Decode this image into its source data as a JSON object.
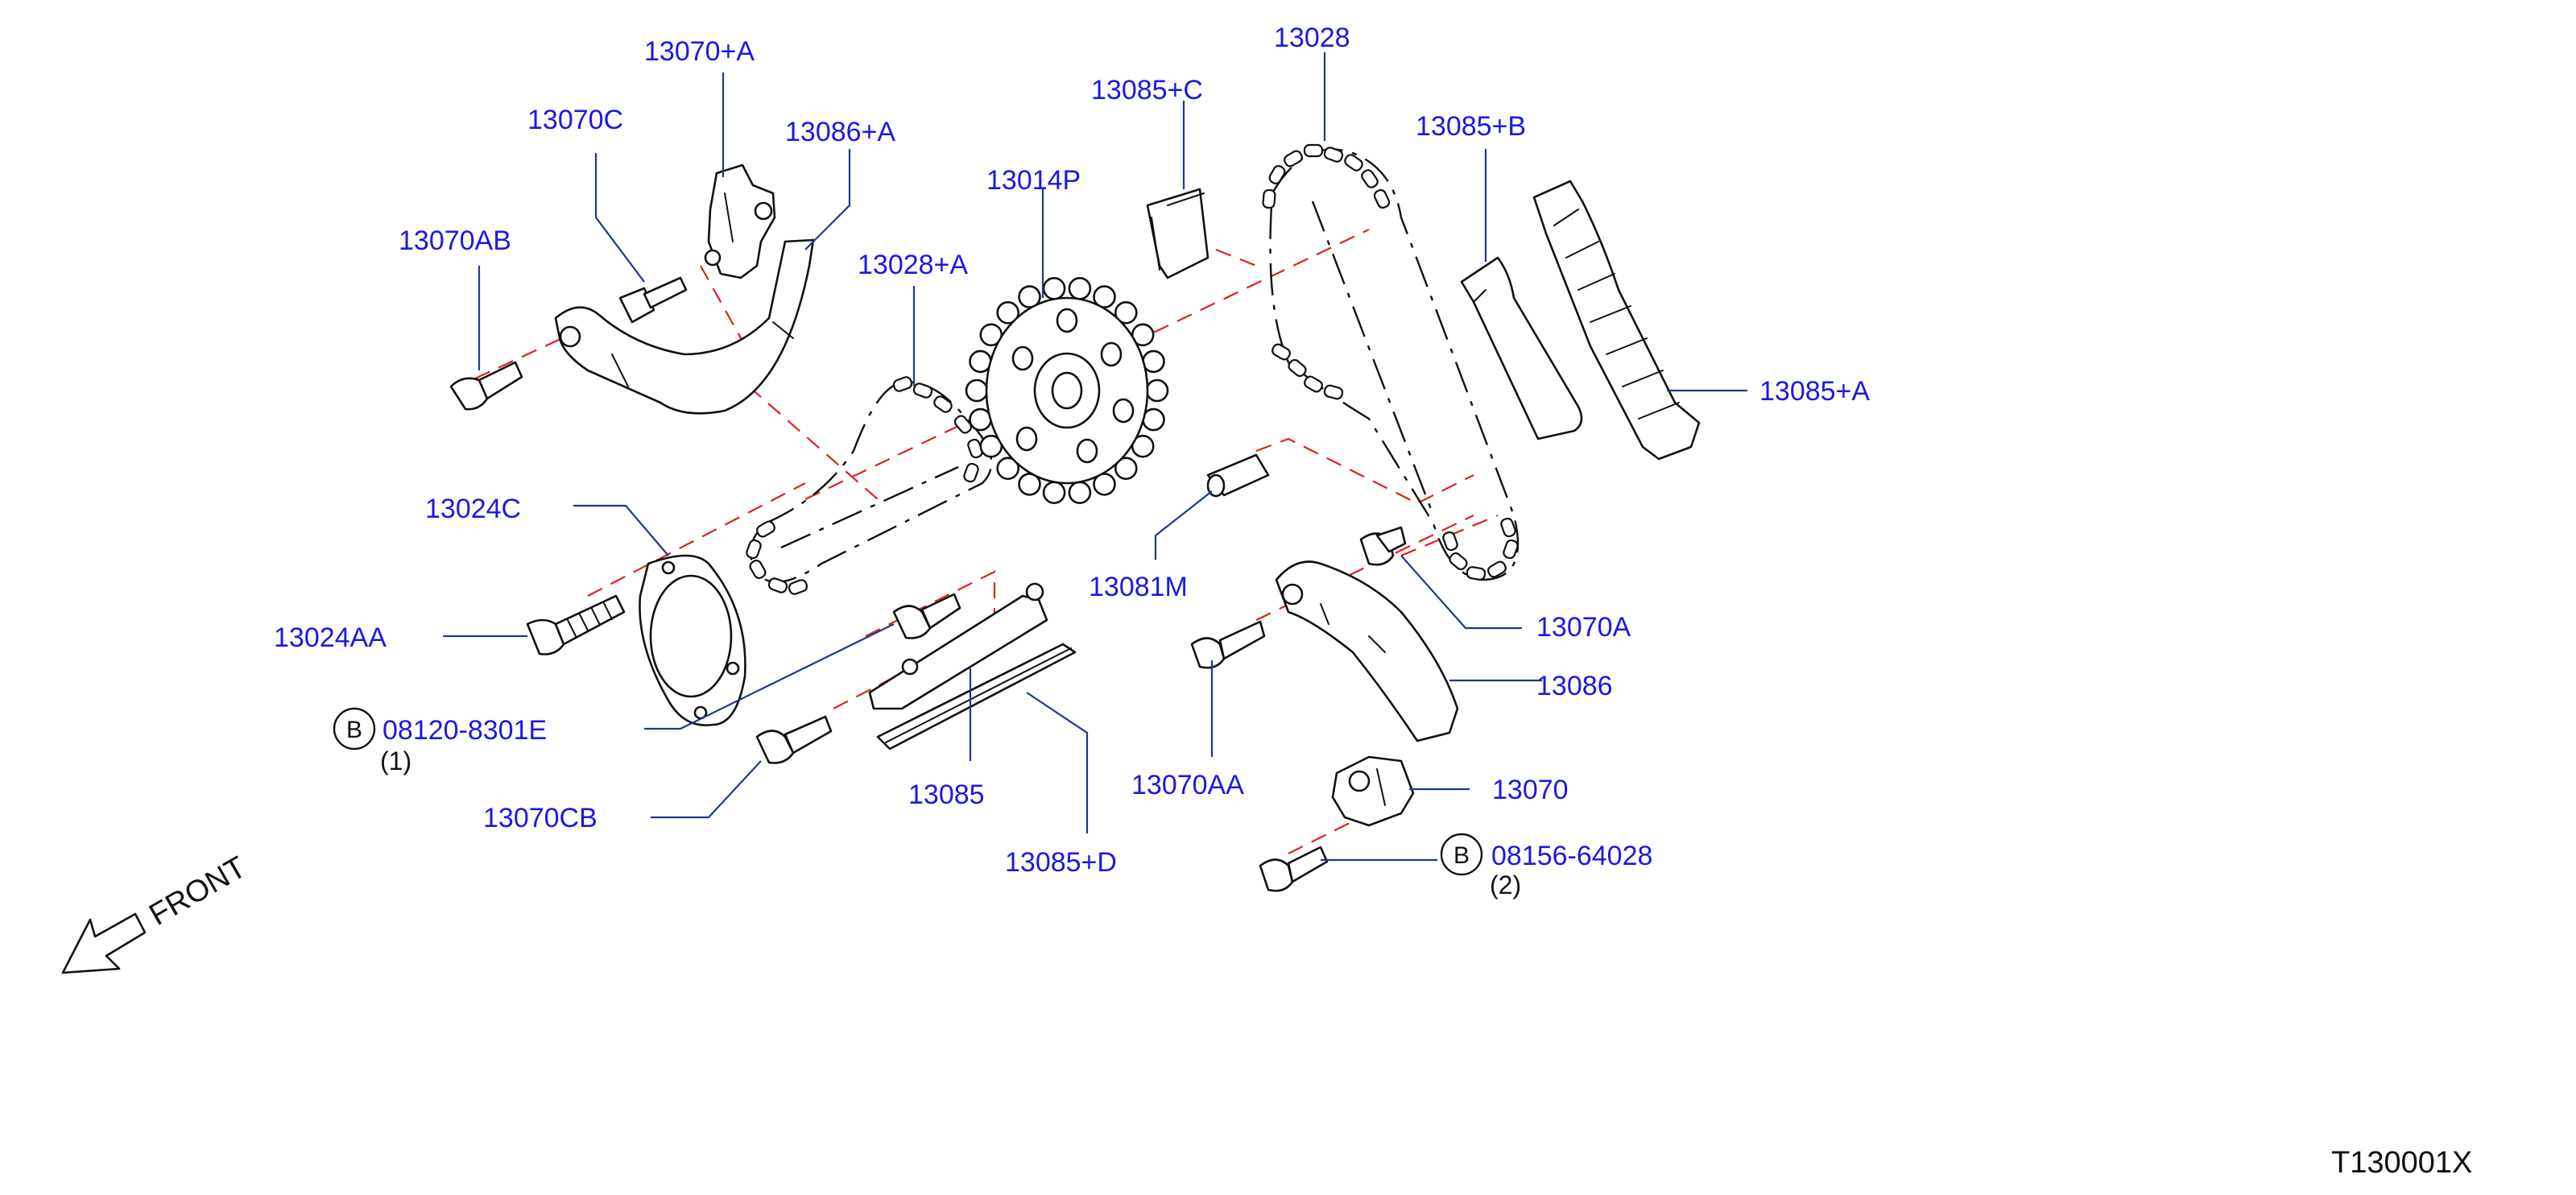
{
  "labels": {
    "l13070A_plus": "13070+A",
    "l13070C": "13070C",
    "l13086A_plus": "13086+A",
    "l13070AB": "13070AB",
    "l13028A_plus": "13028+A",
    "l13014P": "13014P",
    "l13085C_plus": "13085+C",
    "l13028": "13028",
    "l13085B_plus": "13085+B",
    "l13085A_plus": "13085+A",
    "l13024C": "13024C",
    "l13024AA": "13024AA",
    "l08120": "08120-8301E",
    "l08120_qty": "(1)",
    "l13070CB": "13070CB",
    "l13085": "13085",
    "l13085D_plus": "13085+D",
    "l13081M": "13081M",
    "l13070A": "13070A",
    "l13086": "13086",
    "l13070AA": "13070AA",
    "l13070": "13070",
    "l08156": "08156-64028",
    "l08156_qty": "(2)",
    "b_marker": "B",
    "front": "FRONT",
    "drawing_id": "T130001X"
  },
  "colors": {
    "label": "#1a1ae0",
    "leader": "#1a3a8a",
    "centerline": "#e02020",
    "part_outline": "#111111"
  }
}
